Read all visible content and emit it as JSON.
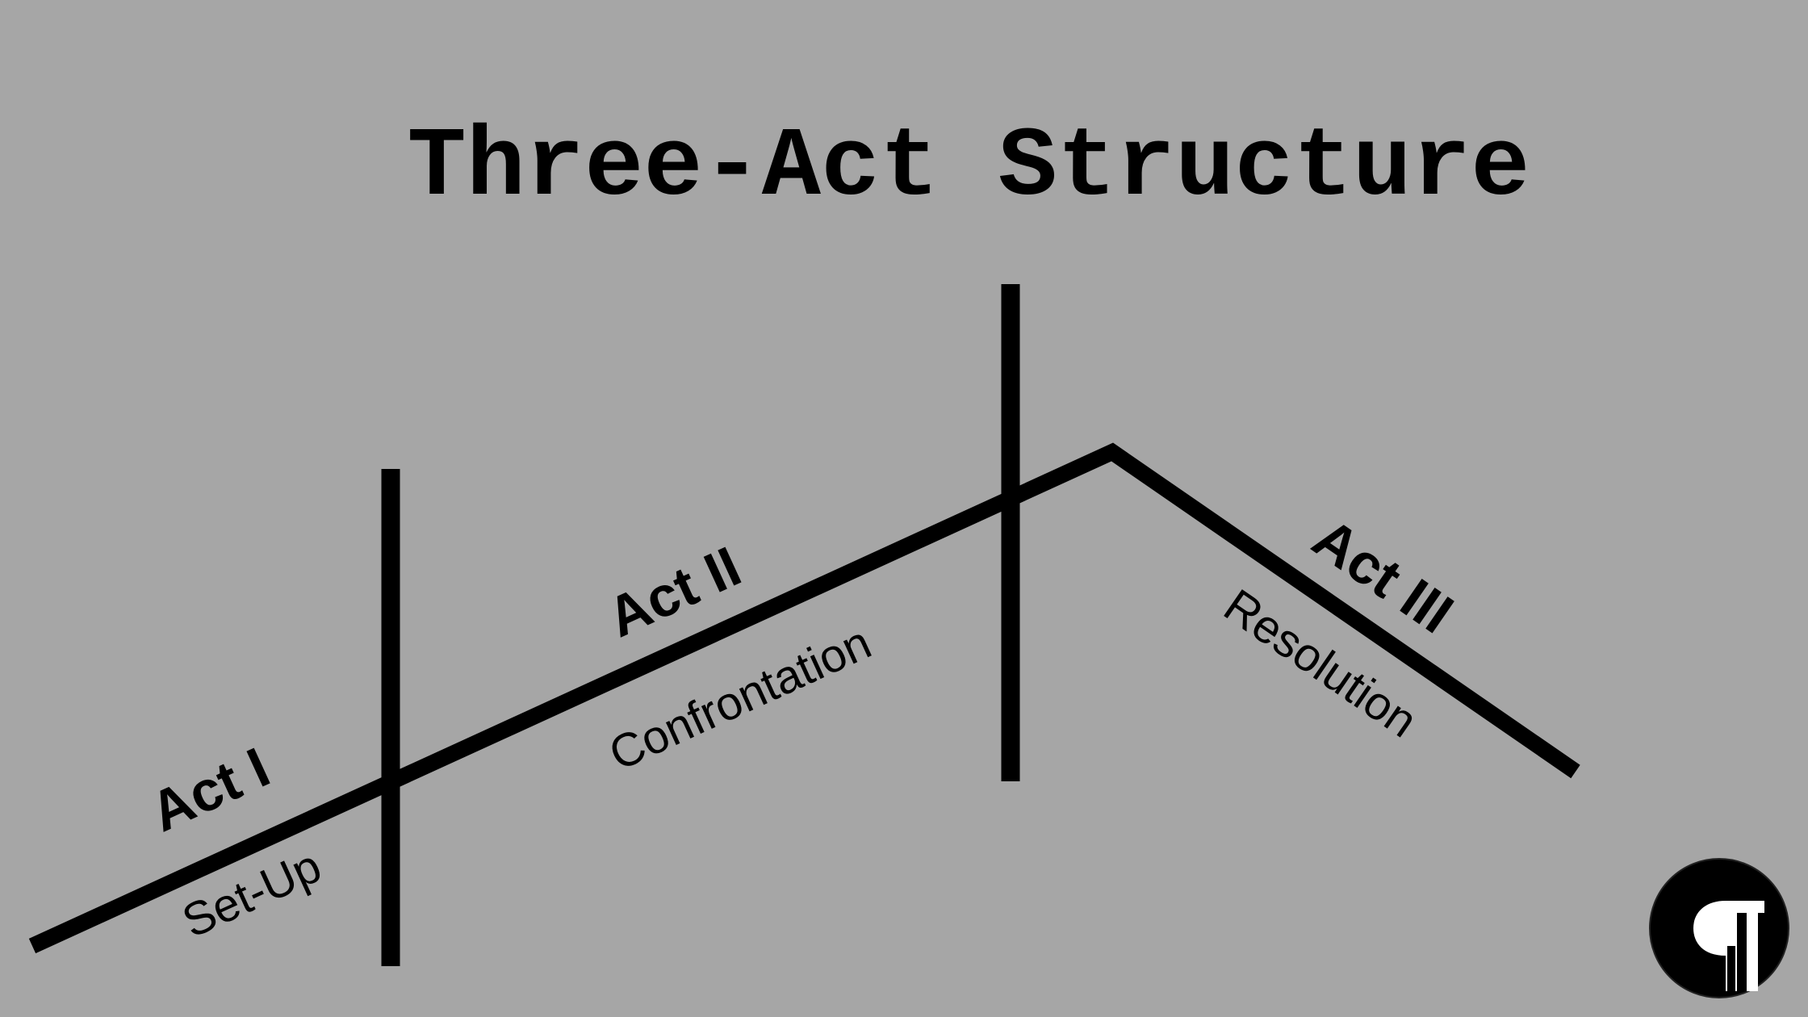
{
  "title": "Three-Act Structure",
  "acts": [
    {
      "act": "Act I",
      "phase": "Set-Up"
    },
    {
      "act": "Act II",
      "phase": "Confrontation"
    },
    {
      "act": "Act III",
      "phase": "Resolution"
    }
  ],
  "logo": {
    "icon": "pilcrow-icon"
  },
  "colors": {
    "background": "#a6a6a6",
    "ink": "#000000",
    "logo_fill": "#000000",
    "logo_glyph": "#ffffff"
  }
}
